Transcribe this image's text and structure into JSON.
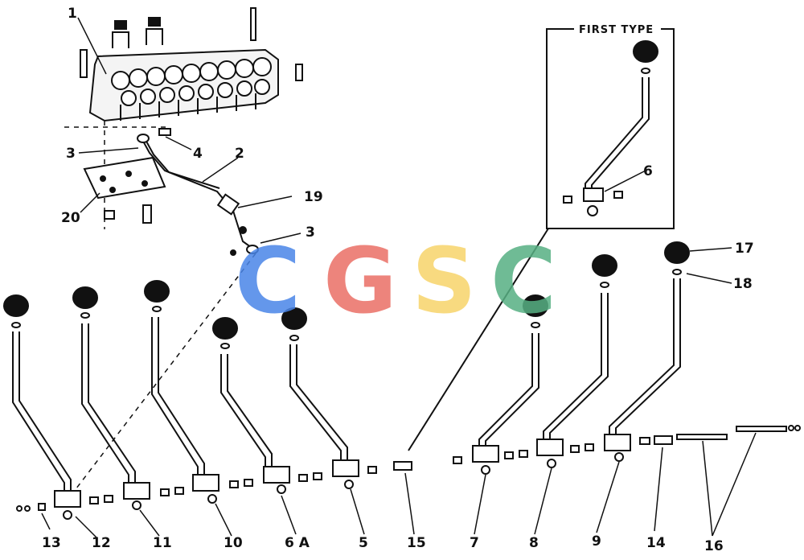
{
  "diagram": {
    "frame_label": "FIRST TYPE",
    "watermark": {
      "letters": [
        {
          "text": "C",
          "color": "#4a86e8"
        },
        {
          "text": "G",
          "color": "#ea6f66"
        },
        {
          "text": "S",
          "color": "#f7d46b"
        },
        {
          "text": "C",
          "color": "#57b083"
        }
      ]
    },
    "callouts": {
      "c1": "1",
      "c2": "2",
      "c3a": "3",
      "c3b": "3",
      "c4": "4",
      "c6": "6",
      "c6a": "6 A",
      "c5": "5",
      "c7": "7",
      "c8": "8",
      "c9": "9",
      "c10": "10",
      "c11": "11",
      "c12": "12",
      "c13": "13",
      "c14": "14",
      "c15": "15",
      "c16": "16",
      "c17": "17",
      "c18": "18",
      "c19": "19",
      "c20": "20"
    }
  }
}
